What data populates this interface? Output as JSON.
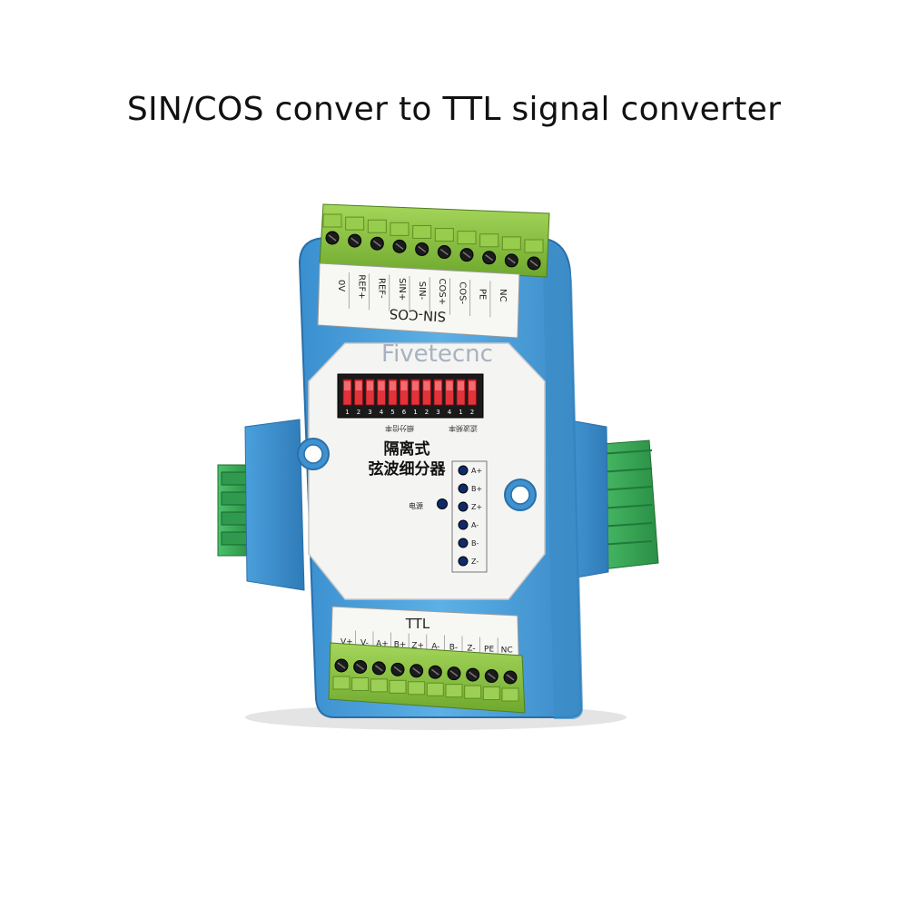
{
  "caption": "SIN/COS conver to TTL signal converter",
  "watermark": "Fivetecnc",
  "module": {
    "top_header": "SIN-COS",
    "top_pins": [
      "0V",
      "REF+",
      "REF-",
      "SIN+",
      "SIN-",
      "COS+",
      "COS-",
      "PE",
      "NC"
    ],
    "dip_labels": [
      "1",
      "2",
      "3",
      "4",
      "5",
      "6",
      "1",
      "2",
      "3",
      "4",
      "1",
      "2"
    ],
    "dip_group_left": "细分倍率",
    "dip_group_right": "滤波频率",
    "title_line1": "隔离式",
    "title_line2": "弦波细分器",
    "power_label": "电源",
    "led_labels": [
      "A+",
      "B+",
      "Z+",
      "A-",
      "B-",
      "Z-"
    ],
    "bottom_header": "TTL",
    "bottom_pins": [
      "V+",
      "V-",
      "A+",
      "B+",
      "Z+",
      "A-",
      "B-",
      "Z-",
      "PE",
      "NC"
    ]
  },
  "colors": {
    "housing_blue": "#4a9fd8",
    "terminal_green": "#8cc63f",
    "side_terminal_green": "#3fae5a",
    "dip_red": "#e2323a"
  }
}
